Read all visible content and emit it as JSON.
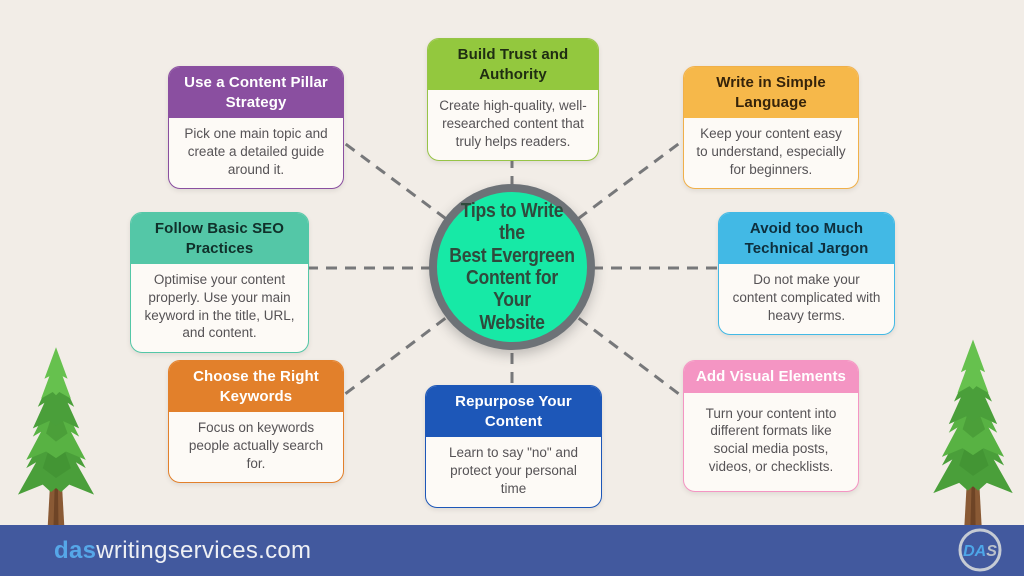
{
  "page": {
    "background_color": "#f2ede7",
    "connector_color": "#77787a"
  },
  "center": {
    "title_lines": [
      "Tips to Write the",
      "Best Evergreen",
      "Content for Your",
      "Website"
    ],
    "fill_color": "#17e9a6",
    "ring_color": "#6d7277",
    "text_color": "#2f4a3c"
  },
  "boxes": [
    {
      "id": "content-pillar",
      "title": "Use a Content Pillar Strategy",
      "body": "Pick one main topic and create a detailed guide around it.",
      "accent_color": "#8a4fa0",
      "title_text_color": "#ffffff"
    },
    {
      "id": "build-trust",
      "title": "Build Trust and Authority",
      "body": "Create high-quality, well-researched content that truly helps readers.",
      "accent_color": "#93c83e",
      "title_text_color": "#1f2d12"
    },
    {
      "id": "simple-language",
      "title": "Write in Simple Language",
      "body": "Keep your content easy to understand, especially for beginners.",
      "accent_color": "#f6b84a",
      "title_text_color": "#35230a"
    },
    {
      "id": "seo-practices",
      "title": "Follow Basic SEO Practices",
      "body": "Optimise your content properly. Use your main keyword in the title, URL, and content.",
      "accent_color": "#54c7a7",
      "title_text_color": "#10302a"
    },
    {
      "id": "technical-jargon",
      "title": "Avoid too Much Technical Jargon",
      "body": "Do not make your content complicated with heavy terms.",
      "accent_color": "#42b9e5",
      "title_text_color": "#0e2f3d"
    },
    {
      "id": "right-keywords",
      "title": "Choose the Right Keywords",
      "body": "Focus on keywords people actually search for.",
      "accent_color": "#e2802b",
      "title_text_color": "#ffffff"
    },
    {
      "id": "repurpose-content",
      "title": "Repurpose Your Content",
      "body": "Learn to say \"no\" and protect your personal time",
      "accent_color": "#1d57b8",
      "title_text_color": "#ffffff"
    },
    {
      "id": "visual-elements",
      "title": "Add Visual Elements",
      "body": "Turn your content into different formats like social media posts, videos, or checklists.",
      "accent_color": "#f495c3",
      "title_text_color": "#ffffff"
    }
  ],
  "decor": {
    "left_icon": "pine-tree-illustration",
    "right_icon": "pine-tree-illustration"
  },
  "footer": {
    "bar_color": "#42599e",
    "domain_prefix": "das",
    "domain_prefix_color": "#56a7e8",
    "domain_rest": "writingservices.com",
    "domain_rest_color": "#eef0f4",
    "logo_text_primary": "DA",
    "logo_text_secondary": "S"
  }
}
